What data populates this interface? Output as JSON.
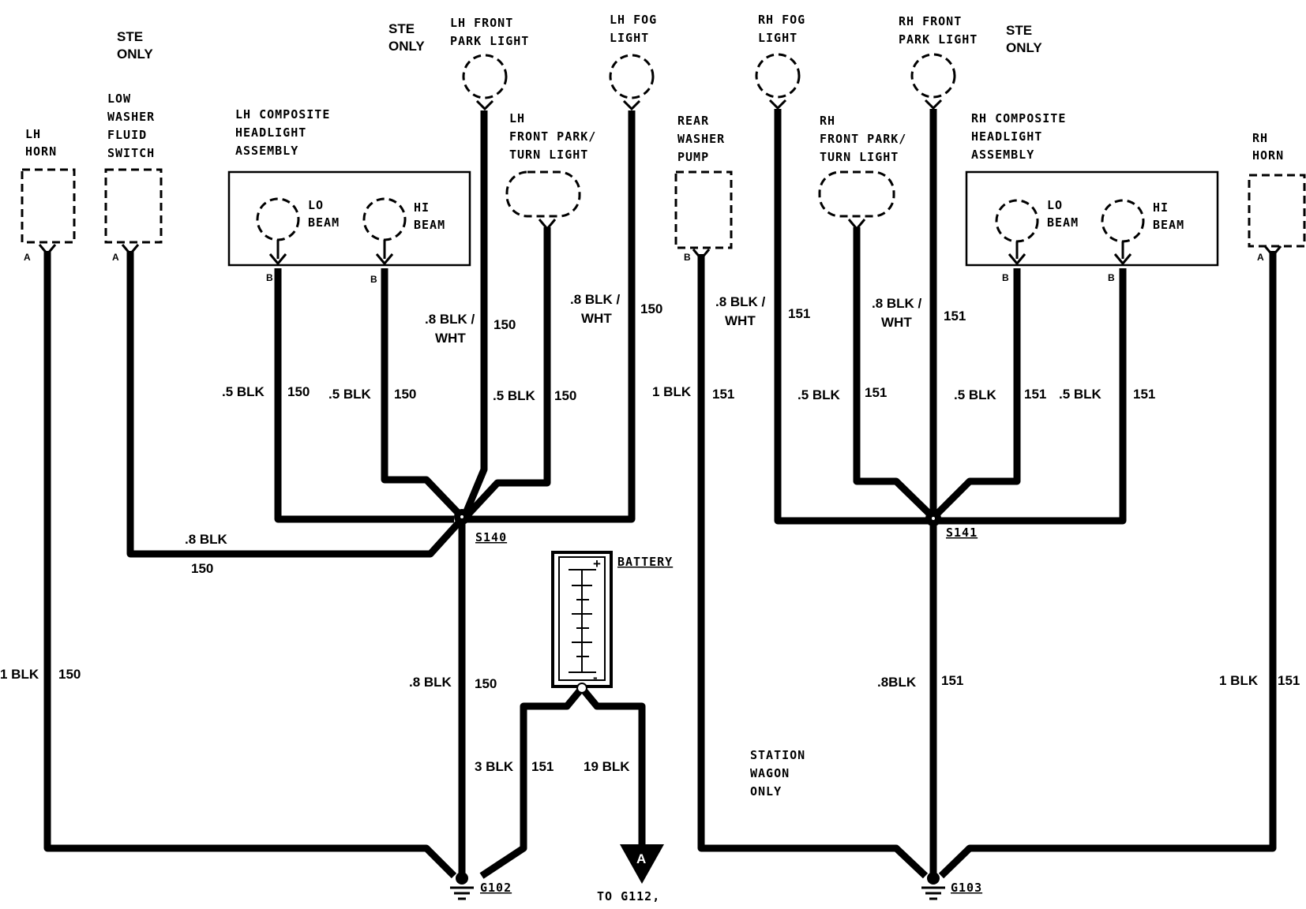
{
  "components": {
    "lh_horn": [
      "LH",
      "HORN"
    ],
    "low_washer": [
      "LOW",
      "WASHER",
      "FLUID",
      "SWITCH"
    ],
    "ste_only_left": [
      "STE",
      "ONLY"
    ],
    "lh_composite": [
      "LH COMPOSITE",
      "HEADLIGHT",
      "ASSEMBLY"
    ],
    "ste_only_mid": [
      "STE",
      "ONLY"
    ],
    "lh_front_park": [
      "LH FRONT",
      "PARK LIGHT"
    ],
    "lh_fog": [
      "LH FOG",
      "LIGHT"
    ],
    "lh_front_park_turn": [
      "LH",
      "FRONT PARK/",
      "TURN LIGHT"
    ],
    "rear_washer": [
      "REAR",
      "WASHER",
      "PUMP"
    ],
    "rh_fog": [
      "RH FOG",
      "LIGHT"
    ],
    "rh_front_park_turn": [
      "RH",
      "FRONT PARK/",
      "TURN LIGHT"
    ],
    "rh_front_park": [
      "RH FRONT",
      "PARK LIGHT"
    ],
    "ste_only_right": [
      "STE",
      "ONLY"
    ],
    "rh_composite": [
      "RH COMPOSITE",
      "HEADLIGHT",
      "ASSEMBLY"
    ],
    "rh_horn": [
      "RH",
      "HORN"
    ],
    "lo_beam": [
      "LO",
      "BEAM"
    ],
    "hi_beam": [
      "HI",
      "BEAM"
    ],
    "battery": "BATTERY",
    "battery_plus": "+",
    "battery_minus": "-",
    "station_wagon": [
      "STATION",
      "WAGON",
      "ONLY"
    ]
  },
  "pins": {
    "a": "A",
    "b": "B"
  },
  "splices": {
    "s140": "S140",
    "s141": "S141"
  },
  "grounds": {
    "g102": "G102",
    "g103": "G103",
    "to_g112": "TO G112,"
  },
  "connector_arrow": "A",
  "wires": {
    "lh_horn": {
      "gauge": "1 BLK",
      "circuit": "150"
    },
    "low_washer": {
      "gauge": ".8 BLK",
      "circuit": "150"
    },
    "lh_lo": {
      "gauge": ".5 BLK",
      "circuit": "150"
    },
    "lh_hi": {
      "gauge": ".5 BLK",
      "circuit": "150"
    },
    "lh_front_park": {
      "gauge": [
        ".8 BLK /",
        "WHT"
      ],
      "circuit": "150"
    },
    "lh_turn": {
      "gauge": ".5 BLK",
      "circuit": "150"
    },
    "lh_fog": {
      "gauge": [
        ".8 BLK /",
        "WHT"
      ],
      "circuit": "150"
    },
    "s140_g102": {
      "gauge": ".8 BLK",
      "circuit": "150"
    },
    "battery_g102": {
      "gauge": "3 BLK",
      "circuit": "151"
    },
    "battery_g112": {
      "gauge": "19 BLK"
    },
    "rear_washer": {
      "gauge": "1 BLK",
      "circuit": "151"
    },
    "rh_fog": {
      "gauge": [
        ".8 BLK /",
        "WHT"
      ],
      "circuit": "151"
    },
    "rh_turn": {
      "gauge": ".5 BLK",
      "circuit": "151"
    },
    "rh_front_park": {
      "gauge": [
        ".8 BLK /",
        "WHT"
      ],
      "circuit": "151"
    },
    "rh_lo": {
      "gauge": ".5 BLK",
      "circuit": "151"
    },
    "rh_hi": {
      "gauge": ".5 BLK",
      "circuit": "151"
    },
    "s141_g103": {
      "gauge": ".8BLK",
      "circuit": "151"
    },
    "rh_horn": {
      "gauge": "1 BLK",
      "circuit": "151"
    }
  }
}
